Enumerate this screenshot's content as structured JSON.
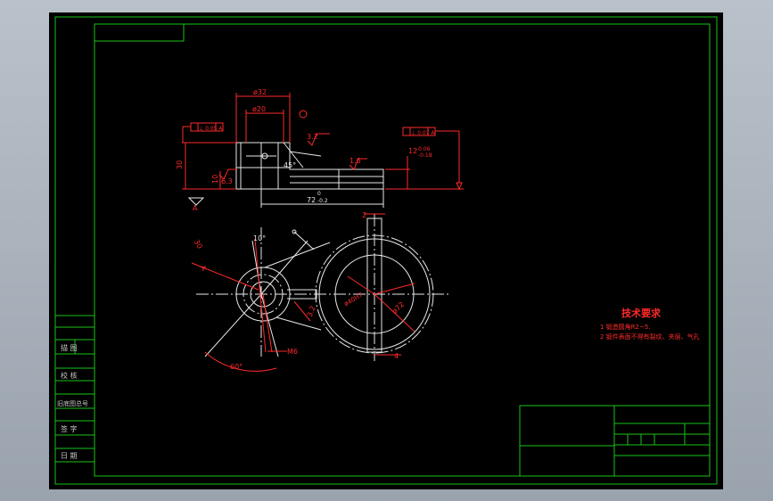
{
  "drawing": {
    "dims": {
      "d32": "ø32",
      "d20": "ø20",
      "d30": "30",
      "d10": "10",
      "d72": "72",
      "d72_tol": "-0.2",
      "d72_tol_upper": "0",
      "d12": "12",
      "d12_tol": "-0.06",
      "d12_tol2": "-0.18",
      "d2": "2",
      "d4": "4",
      "d30_arc": "30",
      "angle10": "10°",
      "angle60": "60°",
      "angle45": "45°",
      "m6": "M6",
      "d72_circle": "ø72",
      "d40": "ø40H7"
    },
    "tolerance_boxes": [
      "⊥ 0.05 A",
      "⊥ 0.07 A"
    ],
    "datum": "A",
    "roughness": [
      "3.2",
      "1.6",
      "6.3",
      "3.2"
    ]
  },
  "tech_req": {
    "title": "技术要求",
    "items": [
      "1 锻造圆角R2~5.",
      "2 锻件表面不得有裂纹、夹层、气孔"
    ]
  },
  "side_table": {
    "rows": [
      "描  图",
      "校  核",
      "旧底图总号",
      "签  字",
      "日  期"
    ]
  },
  "colors": {
    "frame": "#18c418",
    "geometry": "#e8e8e8",
    "dimension": "#ff2a2a",
    "background": "#000000"
  }
}
